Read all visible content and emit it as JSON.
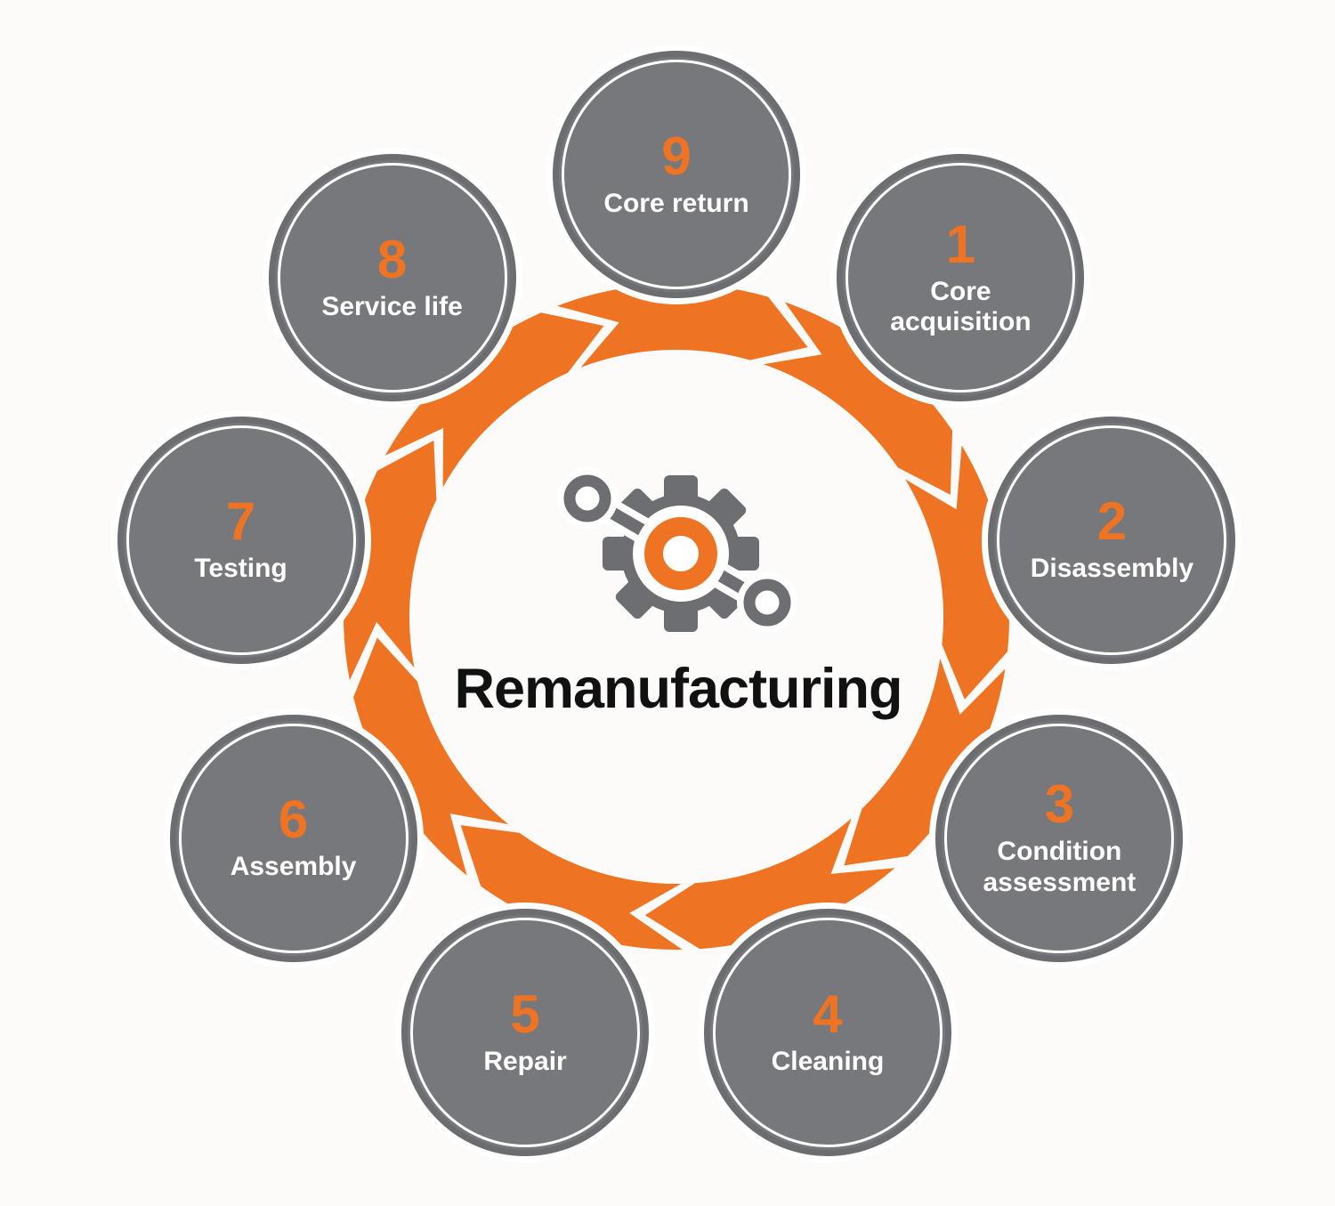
{
  "title": "Remanufacturing",
  "center_icon": "gear-network-icon",
  "steps": [
    {
      "number": "1",
      "label": "Core acquisition"
    },
    {
      "number": "2",
      "label": "Disassembly"
    },
    {
      "number": "3",
      "label": "Condition assessment"
    },
    {
      "number": "4",
      "label": "Cleaning"
    },
    {
      "number": "5",
      "label": "Repair"
    },
    {
      "number": "6",
      "label": "Assembly"
    },
    {
      "number": "7",
      "label": "Testing"
    },
    {
      "number": "8",
      "label": "Service life"
    },
    {
      "number": "9",
      "label": "Core return"
    }
  ],
  "colors": {
    "orange": "#EE7423",
    "circle_gray": "#77787B",
    "circle_rim_gray": "#6C6D70",
    "gear_gray": "#6D6E71",
    "title_black": "#111111",
    "label_white": "#FFFFFF",
    "background": "#FCFBFA"
  }
}
